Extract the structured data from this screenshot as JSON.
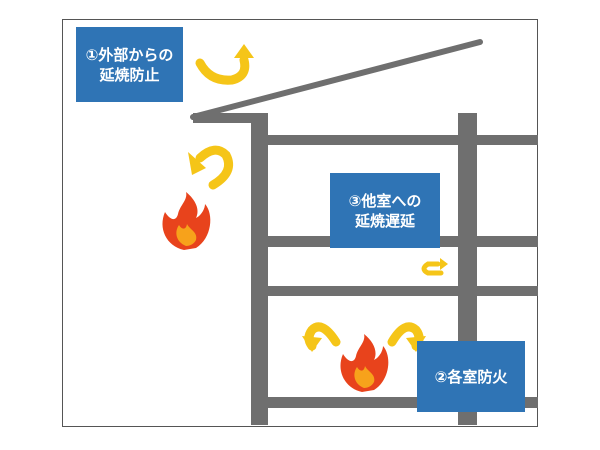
{
  "labels": {
    "exterior": {
      "line1": "①外部からの",
      "line2": "延焼防止"
    },
    "room": {
      "line1": "②各室防火"
    },
    "other_room": {
      "line1": "③他室への",
      "line2": "延焼遅延"
    }
  },
  "colors": {
    "label_bg": "#2f74b5",
    "label_text": "#ffffff",
    "structure": "#6f6f6f",
    "arrow": "#f5c518",
    "flame_outer": "#e8431c",
    "flame_inner": "#f7a21b"
  },
  "icons": [
    "fire-icon",
    "curved-arrow-icon"
  ]
}
